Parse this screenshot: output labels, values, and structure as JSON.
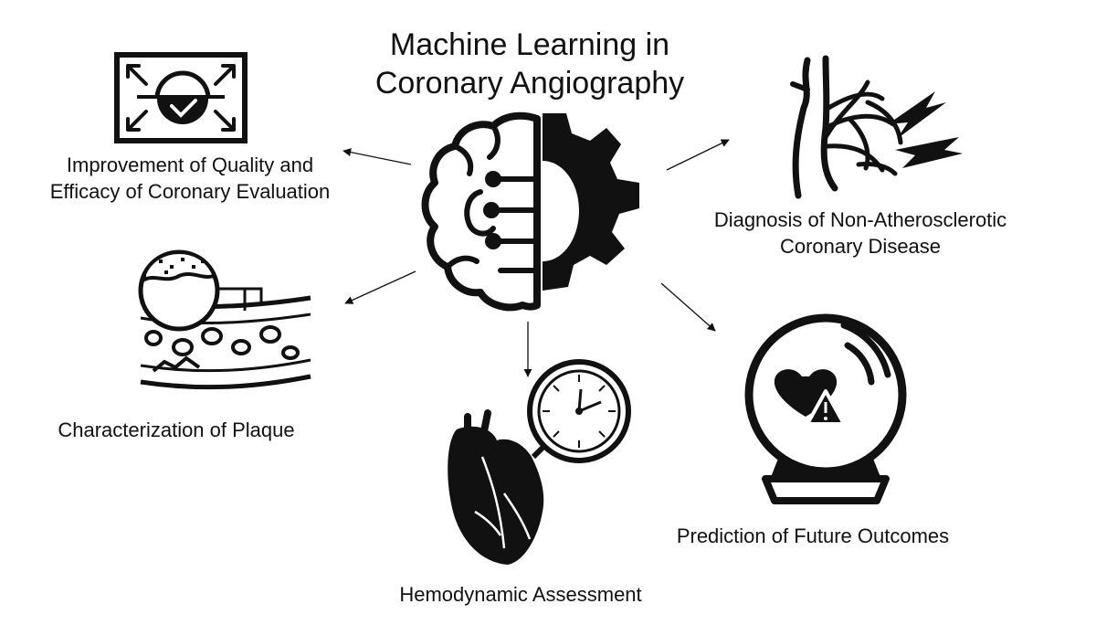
{
  "diagram": {
    "title_lines": [
      "Machine Learning in",
      "Coronary Angiography"
    ],
    "nodes": [
      {
        "id": "quality",
        "icon": "scan-frame-icon",
        "lines": [
          "Improvement of Quality and",
          "Efficacy of Coronary Evaluation"
        ]
      },
      {
        "id": "plaque",
        "icon": "artery-plaque-icon",
        "lines": [
          "Characterization of Plaque"
        ]
      },
      {
        "id": "hemodynamic",
        "icon": "heart-gauge-icon",
        "lines": [
          "Hemodynamic Assessment"
        ]
      },
      {
        "id": "prediction",
        "icon": "crystal-ball-heart-icon",
        "lines": [
          "Prediction of Future Outcomes"
        ]
      },
      {
        "id": "diagnosis",
        "icon": "coronary-vessel-icon",
        "lines": [
          "Diagnosis of Non-Atherosclerotic",
          "Coronary Disease"
        ]
      }
    ],
    "hub_icon": "brain-gear-icon",
    "edges": [
      {
        "from": "hub",
        "to": "quality"
      },
      {
        "from": "hub",
        "to": "plaque"
      },
      {
        "from": "hub",
        "to": "hemodynamic"
      },
      {
        "from": "hub",
        "to": "prediction"
      },
      {
        "from": "hub",
        "to": "diagnosis"
      }
    ],
    "colors": {
      "ink": "#111111",
      "background": "#ffffff"
    }
  }
}
